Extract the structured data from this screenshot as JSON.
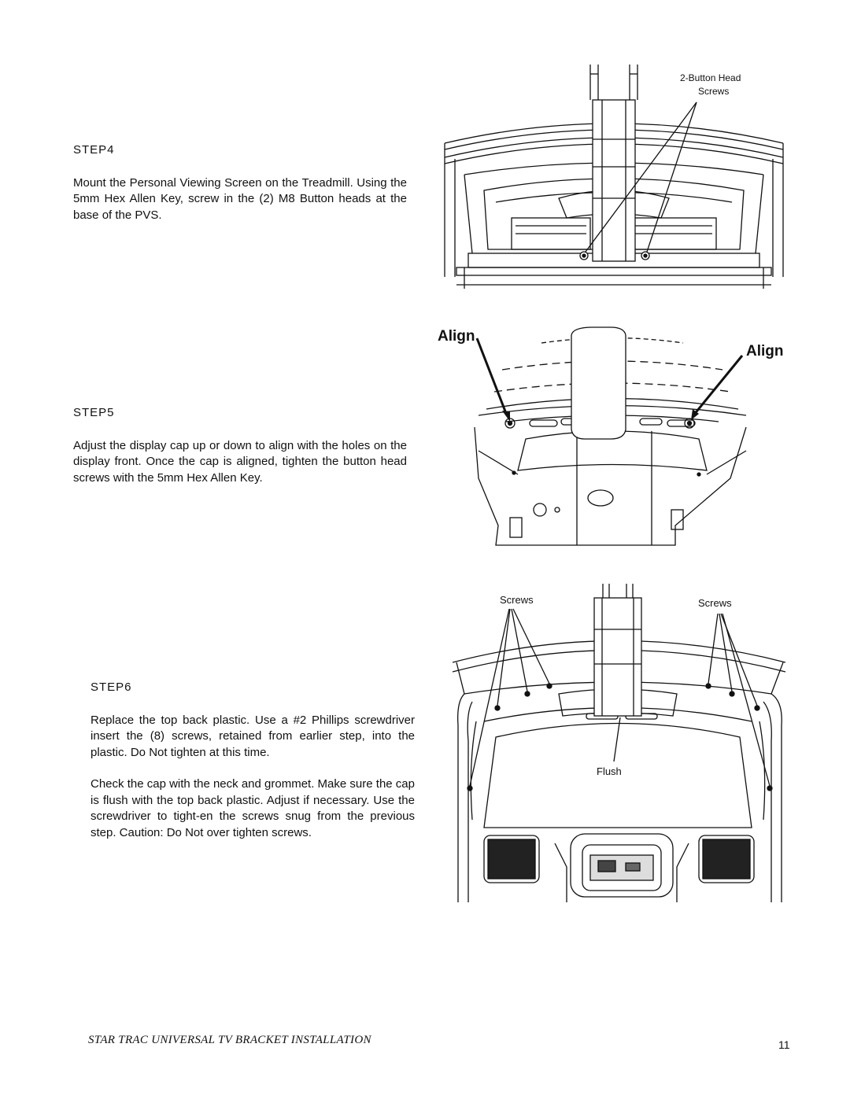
{
  "steps": [
    {
      "title": "STEP4",
      "paragraphs": [
        "Mount the Personal Viewing Screen on the Treadmill. Using the 5mm Hex Allen Key, screw in the (2) M8 Button heads at the base of the PVS."
      ]
    },
    {
      "title": "STEP5",
      "paragraphs": [
        "Adjust the display cap up or down to align with the holes on the display front. Once the cap is aligned, tighten the button head screws with the 5mm Hex Allen Key."
      ]
    },
    {
      "title": "STEP6",
      "paragraphs": [
        "Replace the top back plastic. Use a #2 Phillips screwdriver insert the (8) screws, retained from earlier step, into the plastic. Do Not tighten at this time.",
        "Check the cap with the neck and grommet. Make sure the cap is flush with the top back plastic. Adjust if necessary. Use the screwdriver to tight-en the screws snug from the previous step. Caution: Do Not over tighten screws."
      ]
    }
  ],
  "figures": {
    "fig1": {
      "label_line1": "2-Button Head",
      "label_line2": "Screws"
    },
    "fig2": {
      "label_left": "Align",
      "label_right": "Align"
    },
    "fig3": {
      "label_left": "Screws",
      "label_right": "Screws",
      "label_bottom": "Flush"
    }
  },
  "footer": {
    "title": "STAR TRAC UNIVERSAL TV BRACKET INSTALLATION",
    "page_number": "11"
  }
}
